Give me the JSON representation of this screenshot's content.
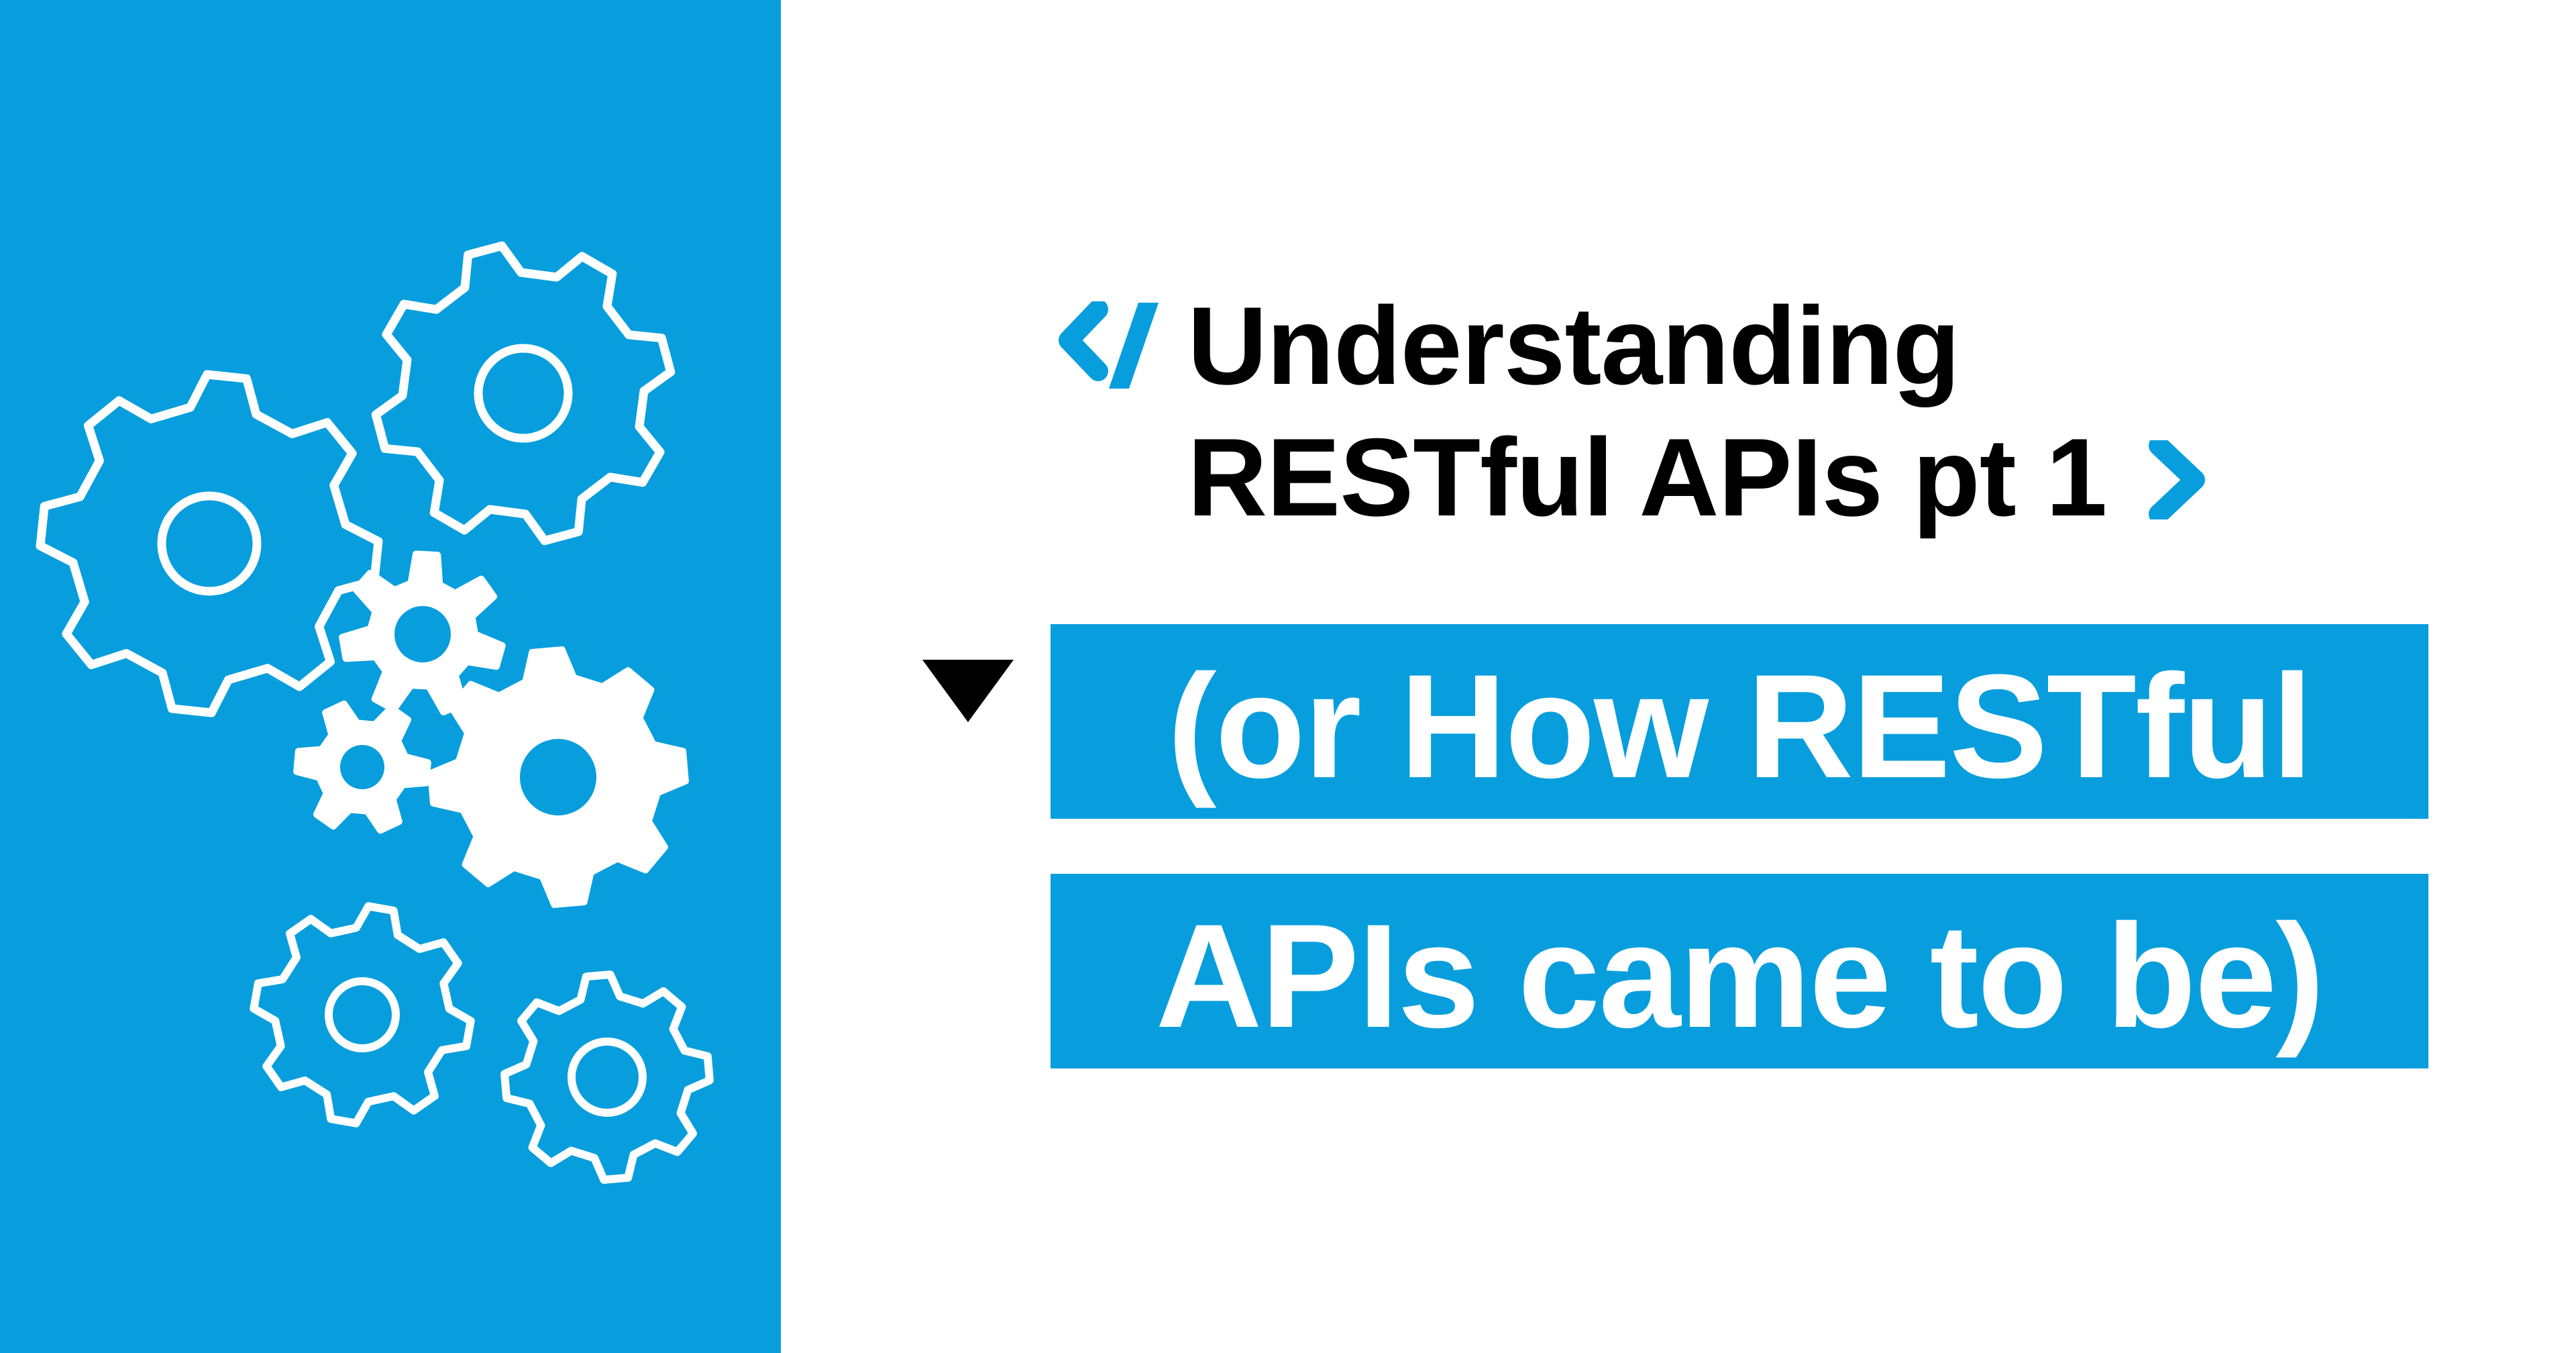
{
  "page": {
    "kind": "article cover graphic"
  },
  "colors": {
    "accent": "#089EDD",
    "ink": "#000000",
    "banner_text": "#FFFFFF",
    "background": "#FFFFFF"
  },
  "title": {
    "prefix_icon": "code-open-icon",
    "line1": "Understanding",
    "line2": "RESTful APIs pt 1",
    "suffix_icon": "chevron-right-icon"
  },
  "subtitle": {
    "marker_icon": "triangle-down-icon",
    "line1": "(or How RESTful",
    "line2": "APIs came to be)"
  },
  "illustration": {
    "icon": "gears-icon",
    "gear_count": 7
  }
}
